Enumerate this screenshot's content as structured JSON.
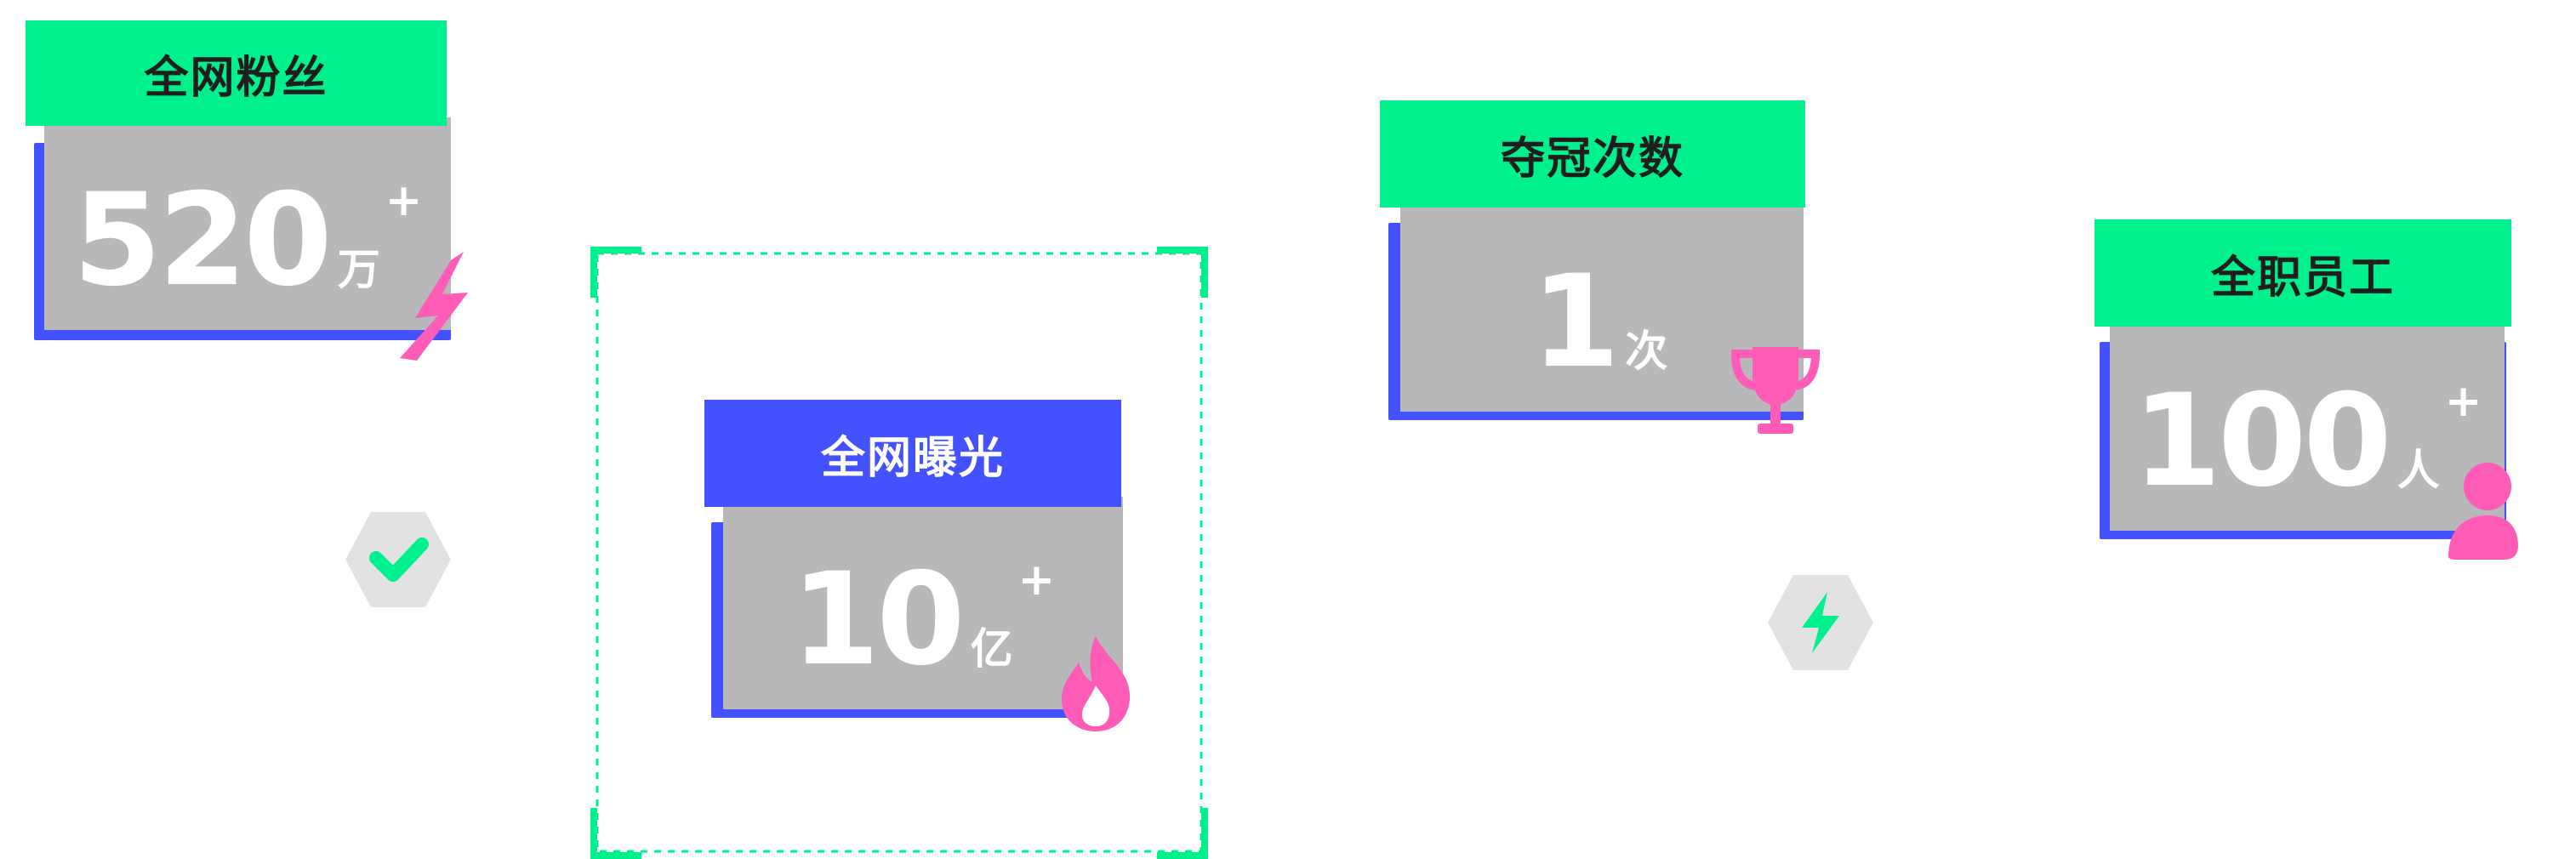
{
  "stats": [
    {
      "label": "全网粉丝",
      "value": "520",
      "unit": "万",
      "plus": "+",
      "icon": "lightning-icon"
    },
    {
      "label": "全网曝光",
      "value": "10",
      "unit": "亿",
      "plus": "+",
      "icon": "flame-icon"
    },
    {
      "label": "夺冠次数",
      "value": "1",
      "unit": "次",
      "plus": "",
      "icon": "trophy-icon"
    },
    {
      "label": "全职员工",
      "value": "100",
      "unit": "人",
      "plus": "+",
      "icon": "person-icon"
    }
  ],
  "badges": [
    {
      "icon": "check-icon"
    },
    {
      "icon": "bolt-icon"
    }
  ],
  "colors": {
    "green": "#00f08e",
    "blue": "#4451ff",
    "gray": "#b8b8ba",
    "pink": "#ff5cb8",
    "hex_gray": "#e2e2e2"
  }
}
